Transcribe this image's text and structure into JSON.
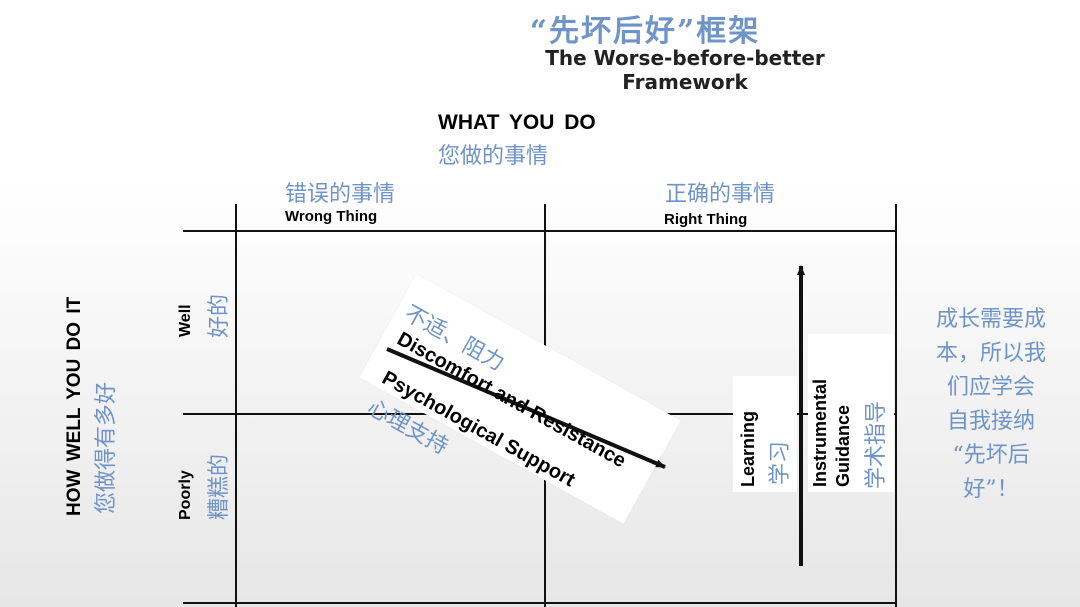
{
  "title": {
    "cn": "“先坏后好”框架",
    "en": "The Worse-before-better Framework"
  },
  "top_axis": {
    "en": "WHAT  YOU  DO",
    "cn": "您做的事情"
  },
  "columns": [
    {
      "cn": "错误的事情",
      "en": "Wrong Thing"
    },
    {
      "cn": "正确的事情",
      "en": "Right Thing"
    }
  ],
  "left_axis": {
    "en": "HOW WELL YOU  DO IT",
    "cn": "您做得有多好"
  },
  "rows": [
    {
      "en": "Well",
      "cn": "好的"
    },
    {
      "en": "Poorly",
      "cn": "糟糕的"
    }
  ],
  "diagonal": {
    "top_cn": "不适、阻力",
    "top_en": "Discomfort and Resistance",
    "bottom_en": "Psychological Support",
    "bottom_cn": "心理支持"
  },
  "vertical": {
    "learning_en": "Learning",
    "learning_cn": "学习",
    "instr_en1": "Instrumental",
    "instr_en2": "Guidance",
    "instr_cn": "学术指导"
  },
  "side_note": [
    "成长需要成",
    "本，所以我",
    "们应学会",
    "自我接纳",
    "“先坏后",
    "好”！"
  ],
  "colors": {
    "chinese_text": "#6f94c9",
    "lines": "#111111"
  }
}
